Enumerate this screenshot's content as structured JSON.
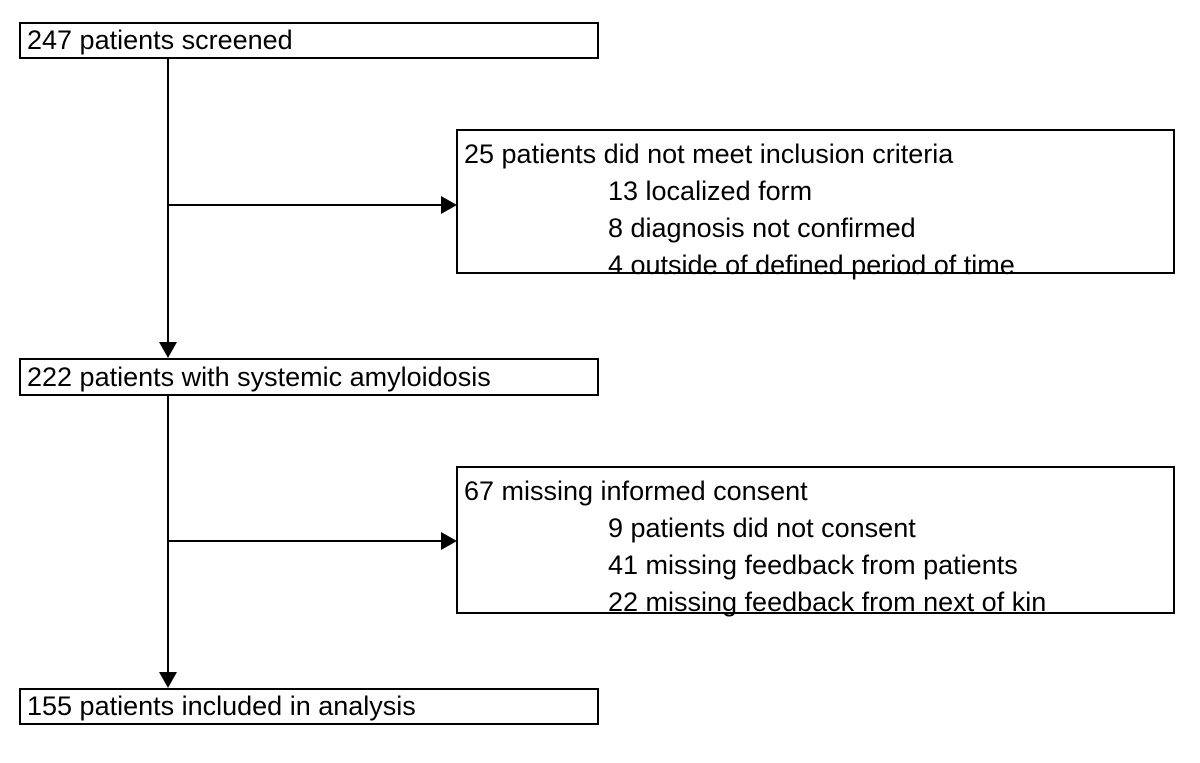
{
  "diagram": {
    "type": "flowchart",
    "title": "Patient enrollment flow diagram",
    "colors": {
      "background": "#ffffff",
      "stroke": "#000000",
      "text": "#000000"
    },
    "nodes": {
      "screened": {
        "label": "247 patients screened",
        "count": 247
      },
      "excluded_inclusion": {
        "heading": "25 patients did not meet inclusion criteria",
        "count": 25,
        "reasons": [
          "13 localized form",
          "8 diagnosis not confirmed",
          "4 outside of defined period of time"
        ]
      },
      "systemic": {
        "label": "222 patients with systemic amyloidosis",
        "count": 222
      },
      "excluded_consent": {
        "heading": "67 missing informed consent",
        "count": 67,
        "reasons": [
          "9 patients did not consent",
          "41 missing feedback from patients",
          "22 missing feedback from next of kin"
        ]
      },
      "included": {
        "label": "155 patients included in analysis",
        "count": 155
      }
    },
    "edges": [
      {
        "from": "screened",
        "to": "excluded_inclusion",
        "direction": "right"
      },
      {
        "from": "screened",
        "to": "systemic",
        "direction": "down"
      },
      {
        "from": "systemic",
        "to": "excluded_consent",
        "direction": "right"
      },
      {
        "from": "systemic",
        "to": "included",
        "direction": "down"
      }
    ]
  }
}
